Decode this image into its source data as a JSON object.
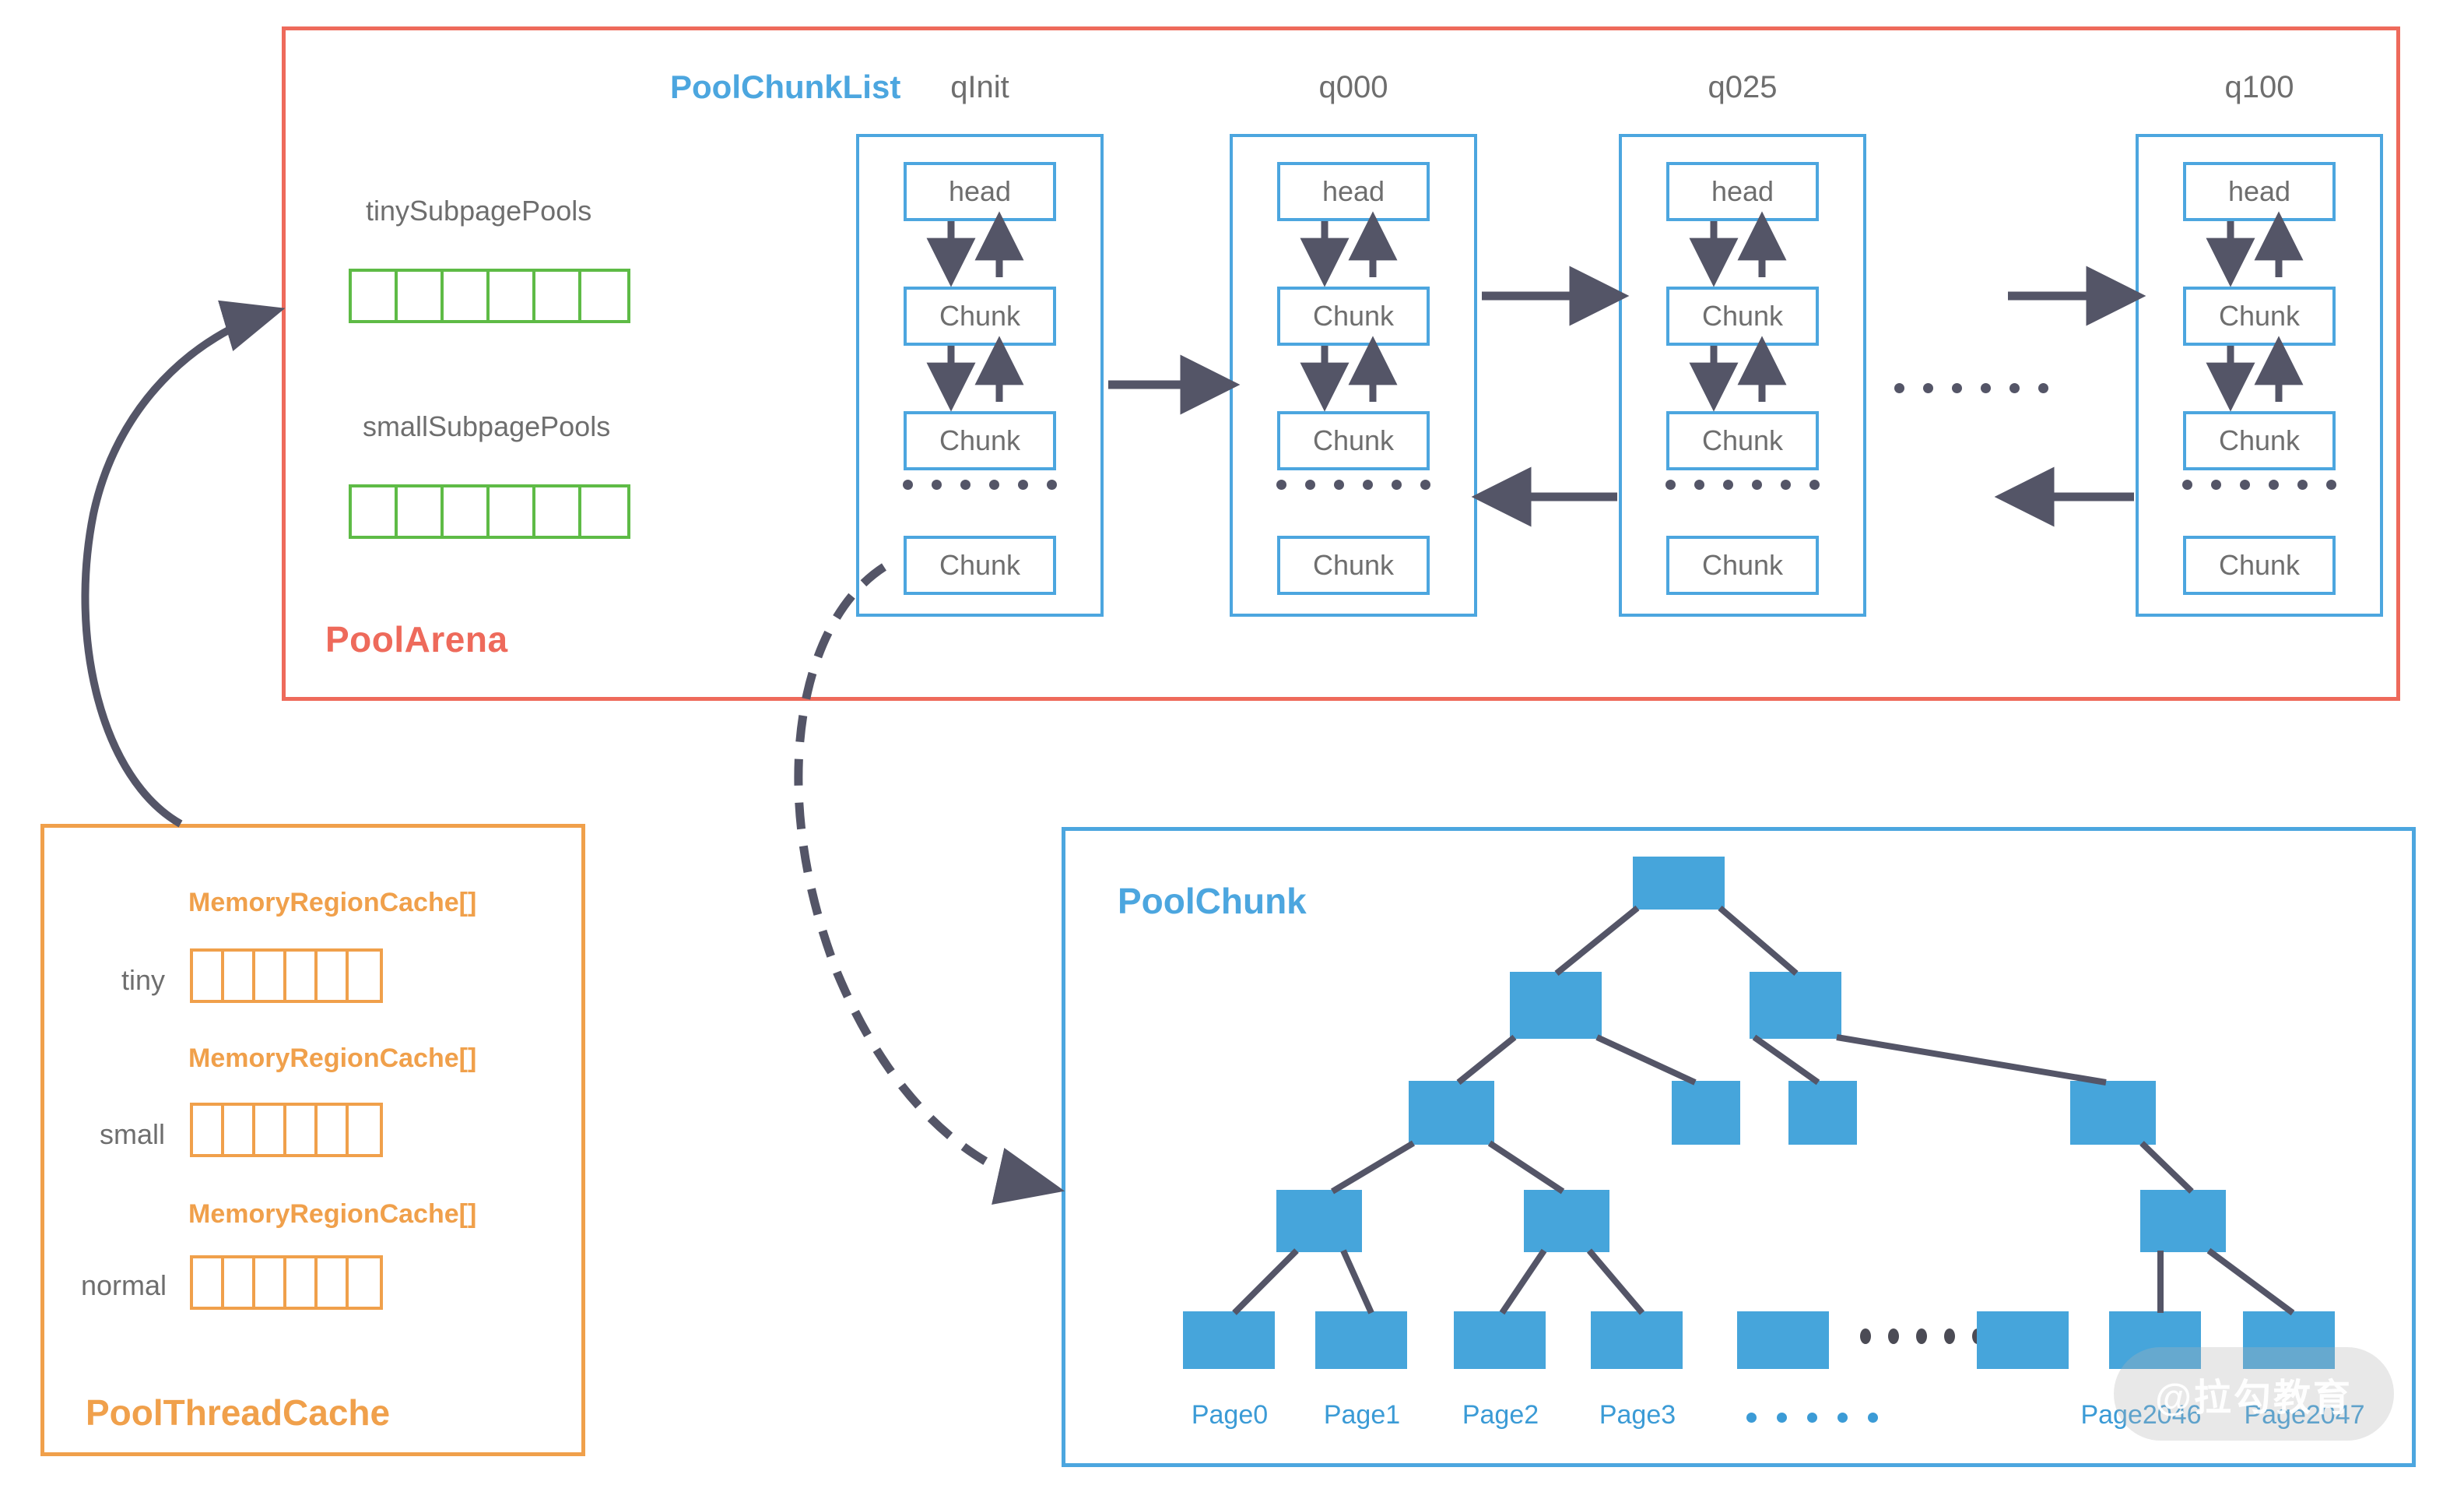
{
  "arena": {
    "label": "PoolArena",
    "border_color": "#EE6A5B",
    "tiny_pools_title": "tinySubpagePools",
    "small_pools_title": "smallSubpagePools",
    "subpage_cells": 6,
    "subpage_color": "#5EBB46"
  },
  "chunklist": {
    "title": "PoolChunkList",
    "title_color": "#4CA6DF",
    "columns": [
      {
        "name": "qInit",
        "head": "head",
        "chunks": [
          "Chunk",
          "Chunk",
          "Chunk"
        ],
        "ellipsis": "......"
      },
      {
        "name": "q000",
        "head": "head",
        "chunks": [
          "Chunk",
          "Chunk",
          "Chunk"
        ],
        "ellipsis": "......"
      },
      {
        "name": "q025",
        "head": "head",
        "chunks": [
          "Chunk",
          "Chunk",
          "Chunk"
        ],
        "ellipsis": "......"
      },
      {
        "name": "q100",
        "head": "head",
        "chunks": [
          "Chunk",
          "Chunk",
          "Chunk"
        ],
        "ellipsis": "......"
      }
    ],
    "between_columns_ellipsis": "......"
  },
  "poolchunk": {
    "label": "PoolChunk",
    "border_color": "#4CA6DF",
    "node_color": "#46A5DB",
    "page_labels": [
      "Page0",
      "Page1",
      "Page2",
      "Page3",
      "Page2046",
      "Page2047"
    ],
    "page_ellipsis": "......",
    "leaf_ellipsis": "......"
  },
  "threadcache": {
    "label": "PoolThreadCache",
    "border_color": "#F0A04B",
    "rows": [
      {
        "title": "MemoryRegionCache[]",
        "name": "tiny",
        "cells": 6
      },
      {
        "title": "MemoryRegionCache[]",
        "name": "small",
        "cells": 6
      },
      {
        "title": "MemoryRegionCache[]",
        "name": "normal",
        "cells": 6
      }
    ]
  },
  "watermark": {
    "text": "@拉勾教育"
  }
}
